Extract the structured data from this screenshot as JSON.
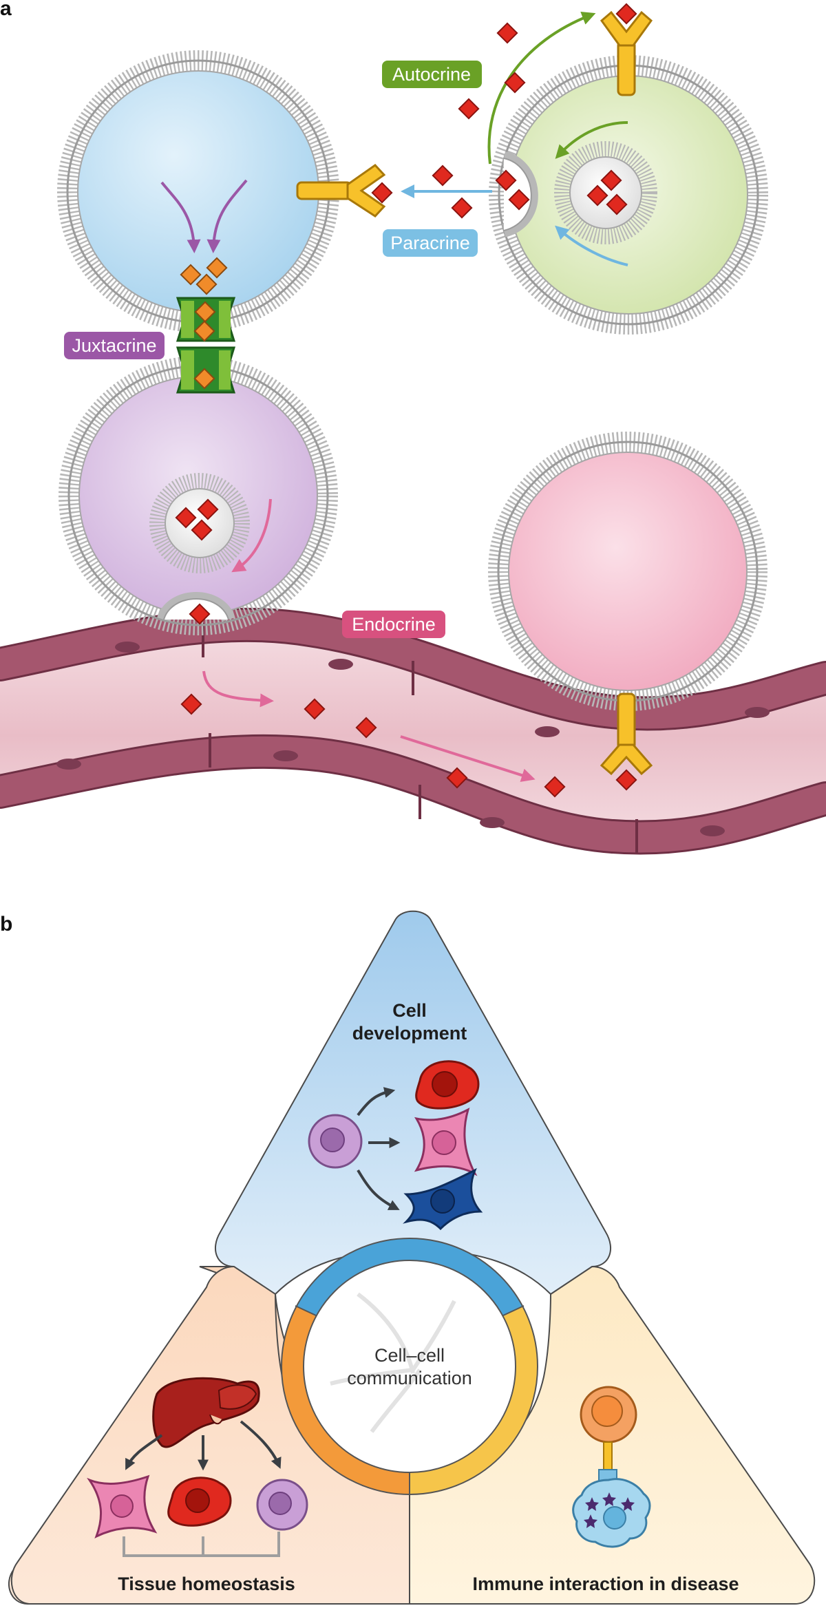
{
  "panel_a": {
    "label": "a",
    "signalling_modes": {
      "autocrine": "Autocrine",
      "paracrine": "Paracrine",
      "juxtacrine": "Juxtacrine",
      "endocrine": "Endocrine"
    },
    "colors": {
      "autocrine": "#6aa126",
      "paracrine": "#7cc0e4",
      "juxtacrine": "#9b57a6",
      "endocrine": "#d8517f",
      "ligand_red": "#e0291f",
      "ligand_orange": "#f08b2a",
      "receptor_yellow": "#f7c12a",
      "channel_green": "#2e8a2b",
      "vessel": "#a5566e"
    }
  },
  "panel_b": {
    "label": "b",
    "center_line1": "Cell–cell",
    "center_line2": "communication",
    "top_line1": "Cell",
    "top_line2": "development",
    "left_title": "Tissue homeostasis",
    "right_title": "Immune interaction in disease",
    "colors": {
      "top": "#bcdaf0",
      "left": "#f9cda9",
      "right": "#fde6b6",
      "ring_blue": "#4aa3d8",
      "ring_orange": "#f39a3a",
      "ring_yellow": "#f6c54a"
    }
  }
}
